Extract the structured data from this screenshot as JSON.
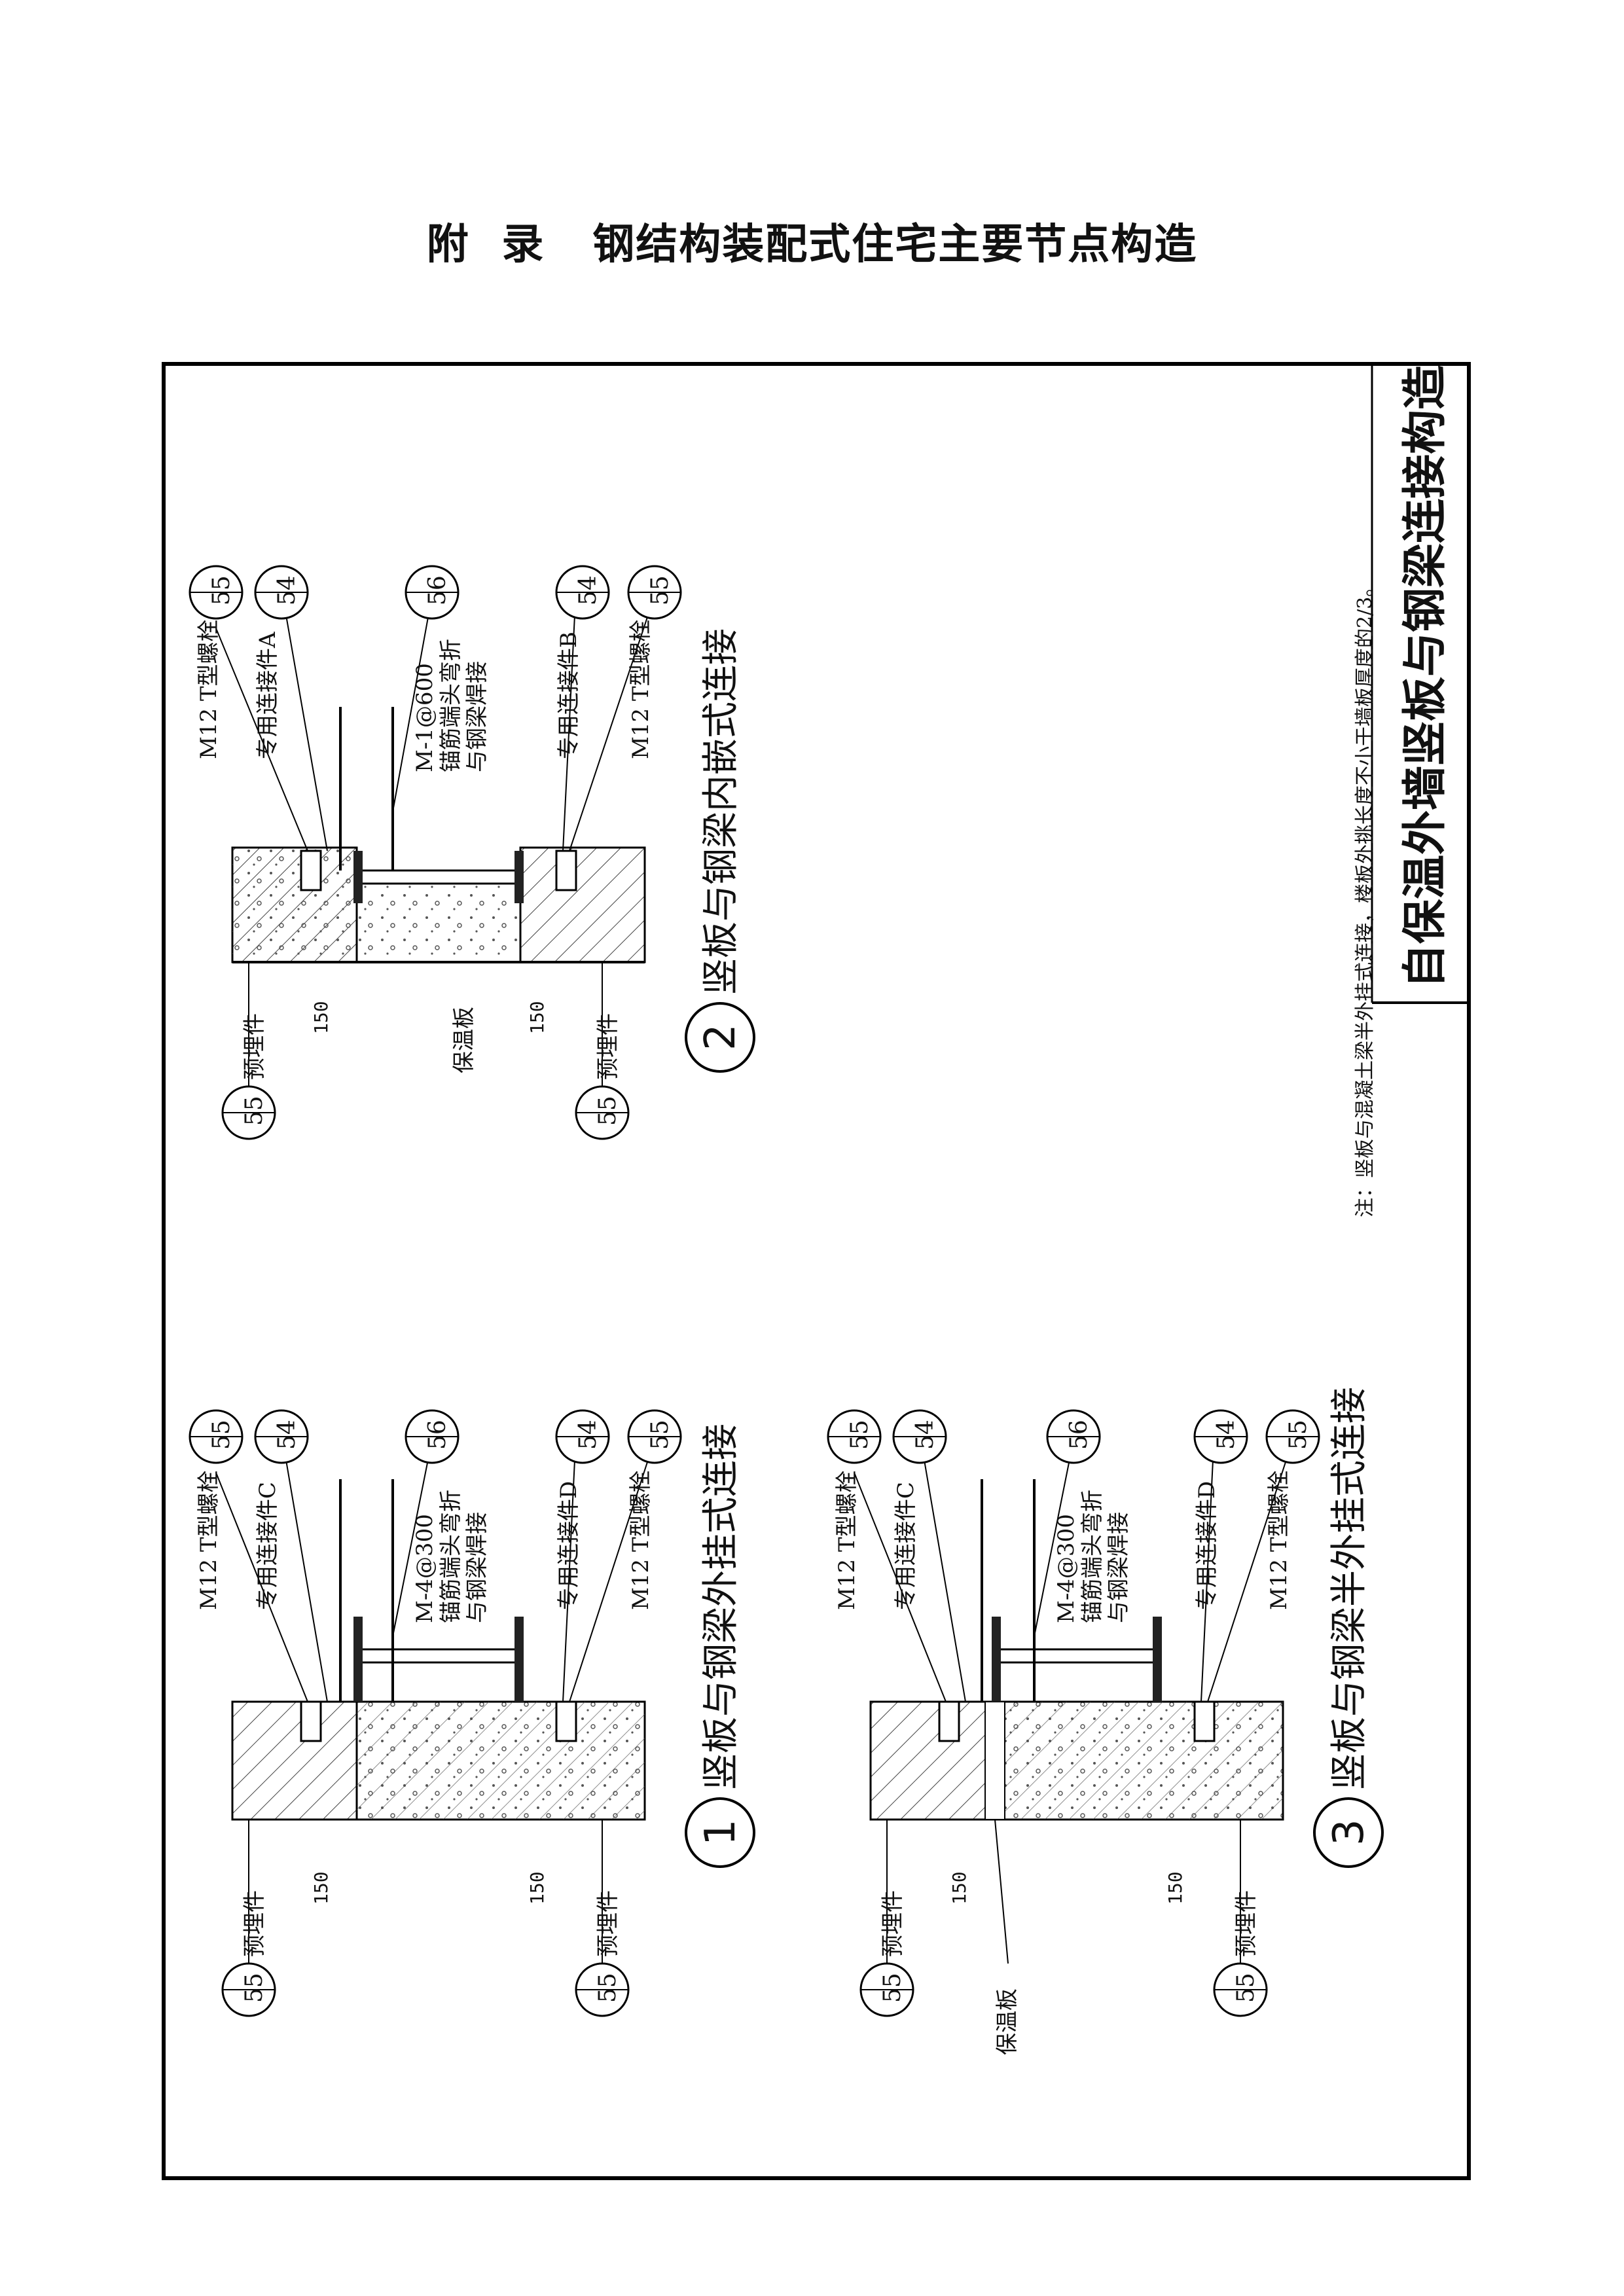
{
  "page_title": "附  录   钢结构装配式住宅主要节点构造",
  "sheet_title": "自保温外墙竖板与钢梁连接构造",
  "note": "注：竖板与混凝土梁半外挂式连接，楼板外挑长度不小于墙板厚度的2/3。",
  "dimension_label": "150",
  "embedded_label": "预埋件",
  "insulation_label": "保温板",
  "details": [
    {
      "number": "1",
      "caption": "竖板与钢梁外挂式连接",
      "top_labels": [
        {
          "text": "M12 T型螺栓",
          "ref_top": "—",
          "ref_bottom": "55"
        },
        {
          "text": "专用连接件C",
          "ref_top": "—",
          "ref_bottom": "54"
        },
        {
          "text": "M-4@300",
          "text2": "锚筋端头弯折",
          "text3": "与钢梁焊接",
          "ref_top": "—",
          "ref_bottom": "56"
        },
        {
          "text": "专用连接件D",
          "ref_top": "—",
          "ref_bottom": "54"
        },
        {
          "text": "M12 T型螺栓",
          "ref_top": "—",
          "ref_bottom": "55"
        }
      ],
      "bottom_labels": [
        {
          "text": "预埋件",
          "ref_top": "—",
          "ref_bottom": "55"
        },
        {
          "text": "预埋件",
          "ref_top": "—",
          "ref_bottom": "55"
        }
      ]
    },
    {
      "number": "2",
      "caption": "竖板与钢梁内嵌式连接",
      "top_labels": [
        {
          "text": "M12 T型螺栓",
          "ref_top": "—",
          "ref_bottom": "55"
        },
        {
          "text": "专用连接件A",
          "ref_top": "—",
          "ref_bottom": "54"
        },
        {
          "text": "M-1@600",
          "text2": "锚筋端头弯折",
          "text3": "与钢梁焊接",
          "ref_top": "—",
          "ref_bottom": "56"
        },
        {
          "text": "专用连接件B",
          "ref_top": "—",
          "ref_bottom": "54"
        },
        {
          "text": "M12 T型螺栓",
          "ref_top": "—",
          "ref_bottom": "55"
        }
      ],
      "bottom_labels": [
        {
          "text": "预埋件",
          "ref_top": "—",
          "ref_bottom": "55"
        },
        {
          "text": "预埋件",
          "ref_top": "—",
          "ref_bottom": "55"
        }
      ]
    },
    {
      "number": "3",
      "caption": "竖板与钢梁半外挂式连接",
      "top_labels": [
        {
          "text": "M12 T型螺栓",
          "ref_top": "—",
          "ref_bottom": "55"
        },
        {
          "text": "专用连接件C",
          "ref_top": "—",
          "ref_bottom": "54"
        },
        {
          "text": "M-4@300",
          "text2": "锚筋端头弯折",
          "text3": "与钢梁焊接",
          "ref_top": "—",
          "ref_bottom": "56"
        },
        {
          "text": "专用连接件D",
          "ref_top": "—",
          "ref_bottom": "54"
        },
        {
          "text": "M12 T型螺栓",
          "ref_top": "—",
          "ref_bottom": "55"
        }
      ],
      "bottom_labels": [
        {
          "text": "预埋件",
          "ref_top": "—",
          "ref_bottom": "55"
        },
        {
          "text": "预埋件",
          "ref_top": "—",
          "ref_bottom": "55"
        }
      ]
    }
  ]
}
